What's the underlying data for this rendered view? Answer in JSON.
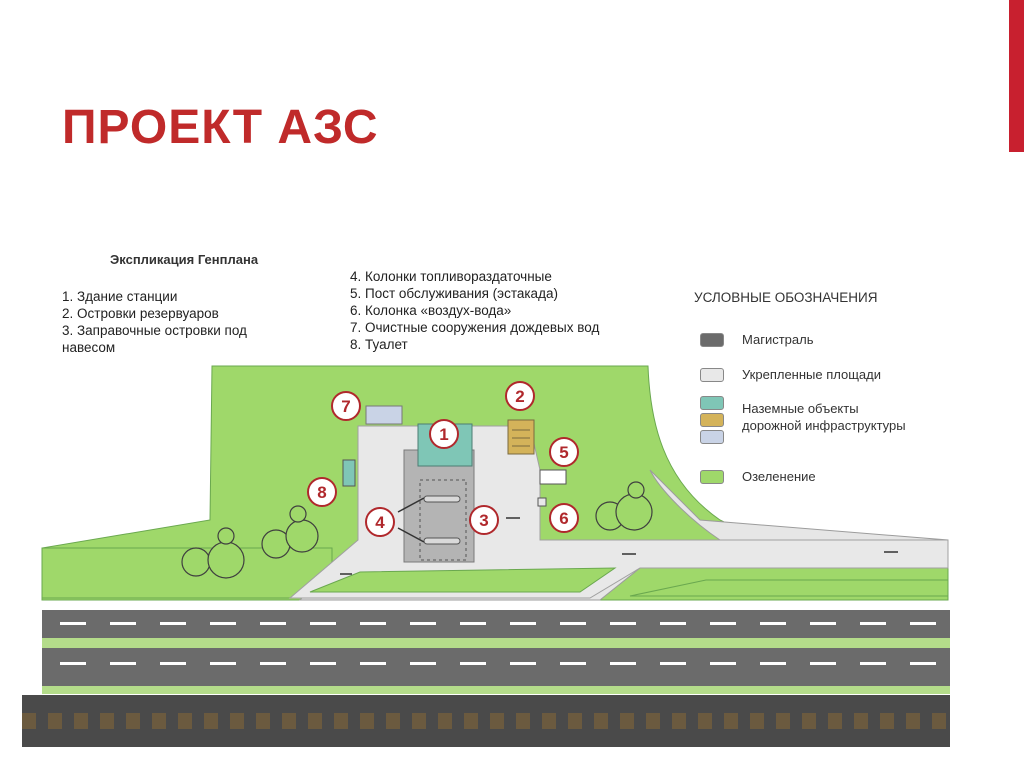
{
  "title": "ПРОЕКТ АЗС",
  "explication": {
    "title": "Экспликация Генплана",
    "col1": [
      "1. Здание станции",
      "2. Островки резервуаров",
      "3. Заправочные островки под",
      "навесом"
    ],
    "col2": [
      "4. Колонки топливораздаточные",
      "5. Пост обслуживания (эстакада)",
      "6. Колонка «воздух-вода»",
      "7. Очистные сооружения дождевых вод",
      "8. Туалет"
    ]
  },
  "legend": {
    "title": "УСЛОВНЫЕ ОБОЗНАЧЕНИЯ",
    "items": [
      {
        "label": "Магистраль",
        "color": "#6b6b6b"
      },
      {
        "label": "Укрепленные площади",
        "color": "#e8e8e8"
      },
      {
        "label": "Наземные объекты",
        "color": "#7fc6b6"
      },
      {
        "label": "дорожной инфраструктуры",
        "color": "#d4b35a"
      },
      {
        "label": "",
        "color": "#c9d3e6"
      },
      {
        "label": "Озеленение",
        "color": "#9fd86a"
      }
    ]
  },
  "plan": {
    "markers": [
      "1",
      "2",
      "3",
      "4",
      "5",
      "6",
      "7",
      "8"
    ]
  },
  "colors": {
    "accent": "#c8202f",
    "green": "#9fd86a",
    "paved": "#e8e8e8",
    "road": "#6b6b6b"
  }
}
